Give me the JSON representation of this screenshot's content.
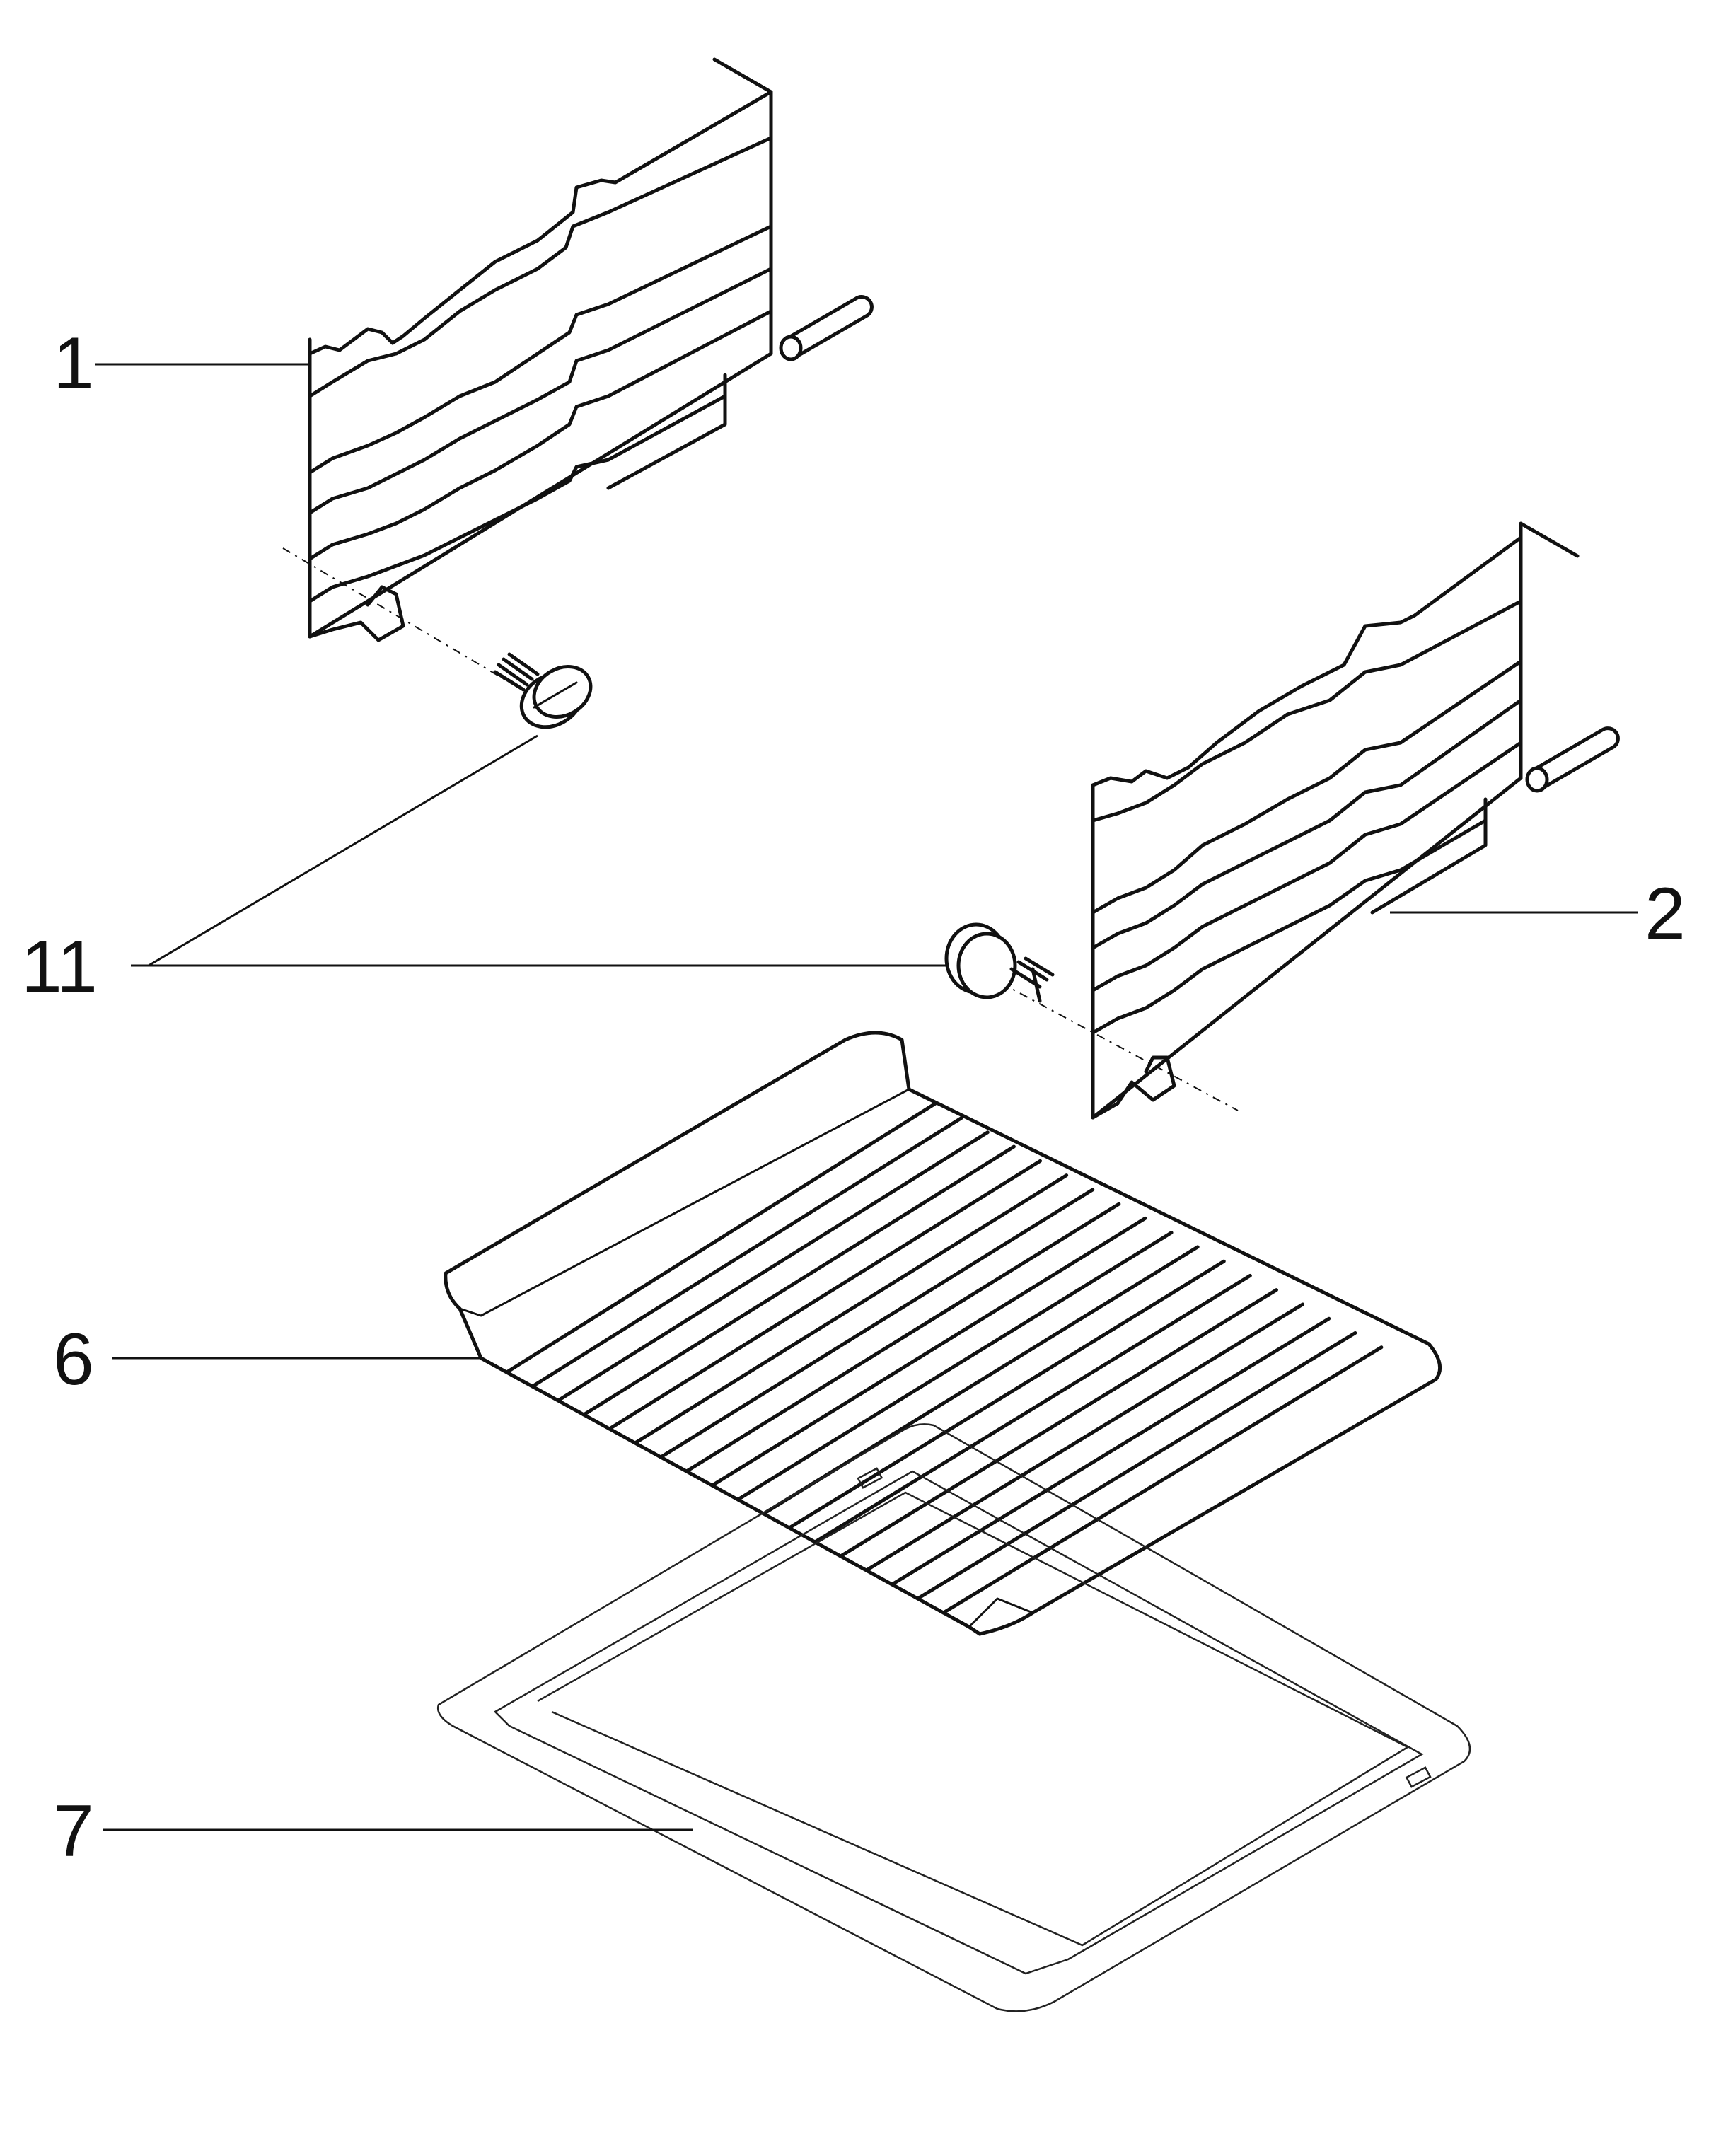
{
  "callouts": {
    "c1": "1",
    "c2": "2",
    "c6": "6",
    "c7": "7",
    "c11": "11"
  }
}
